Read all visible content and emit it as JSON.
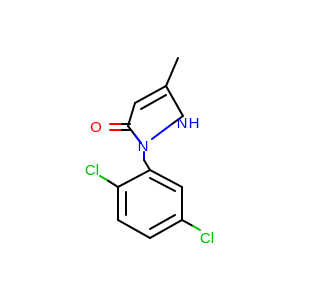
{
  "atoms": {
    "oxygen": {
      "label": "O",
      "color": "#ff0000"
    },
    "nitrogen_ring": {
      "label": "N",
      "color": "#0000ff"
    },
    "nitrogen_h": {
      "label": "N",
      "color": "#0000ff"
    },
    "hydrogen": {
      "label": "H",
      "color": "#0000ff"
    },
    "chlorine_top": {
      "label": "Cl",
      "color": "#00c000"
    },
    "chlorine_right": {
      "label": "Cl",
      "color": "#00c000"
    }
  }
}
